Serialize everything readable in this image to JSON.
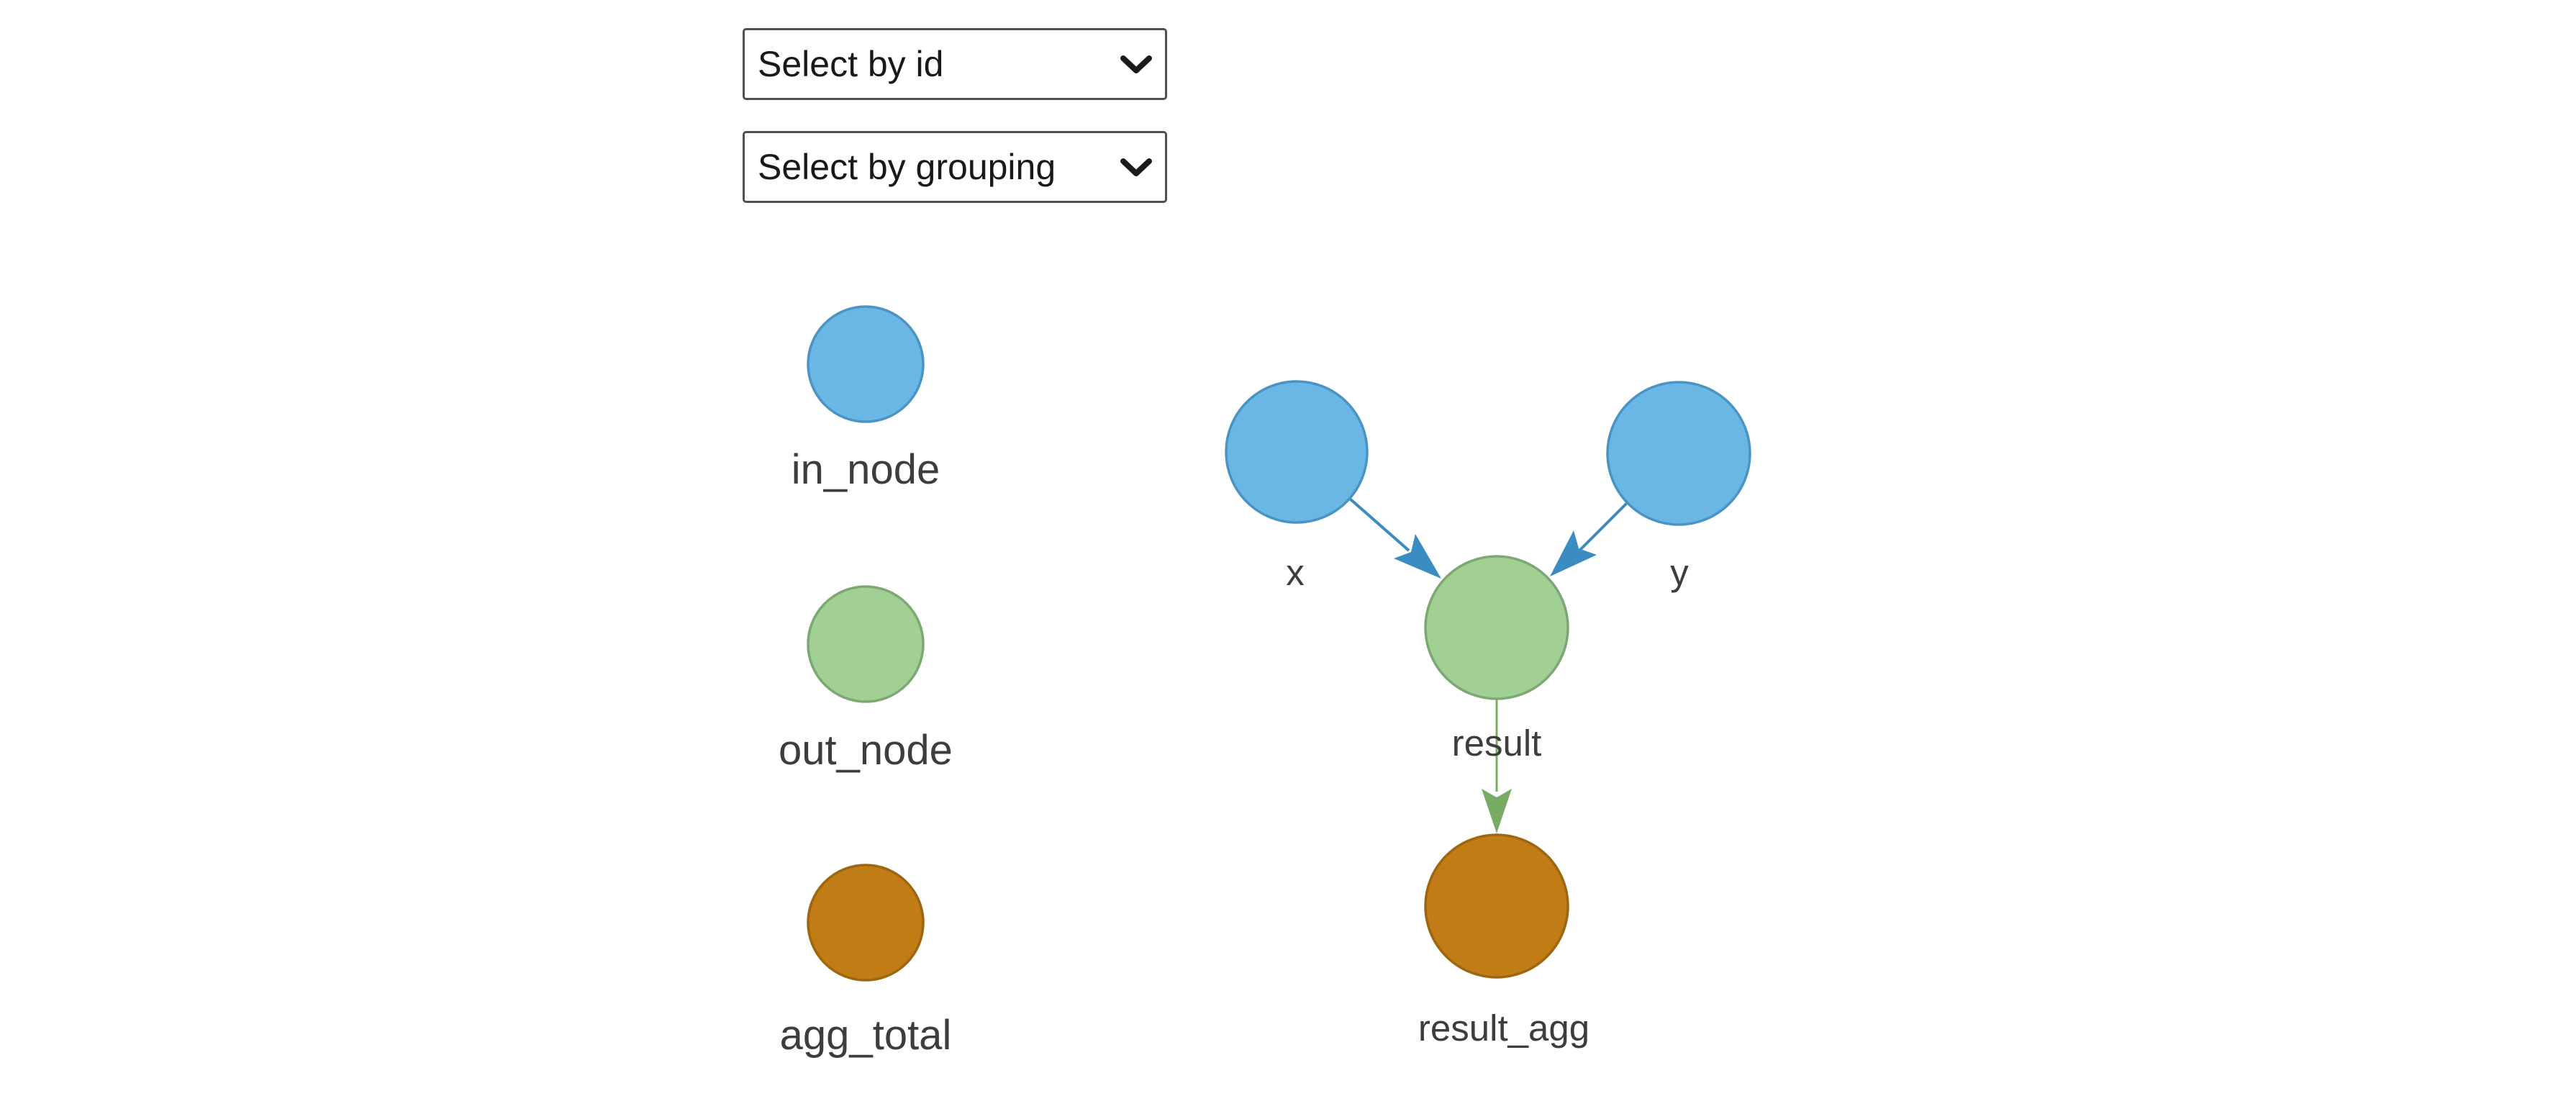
{
  "page": {
    "background": "#ffffff"
  },
  "controls": {
    "select_by_id": {
      "value": "Select by id"
    },
    "select_by_grouping": {
      "value": "Select by grouping"
    }
  },
  "legend": {
    "items": [
      {
        "id": "in_node",
        "label": "in_node",
        "color": "#6ab7e6"
      },
      {
        "id": "out_node",
        "label": "out_node",
        "color": "#a2cf94"
      },
      {
        "id": "agg_total",
        "label": "agg_total",
        "color": "#c17c16"
      }
    ]
  },
  "graph": {
    "nodes": [
      {
        "id": "x",
        "label": "x",
        "type": "in_node",
        "color": "#6ab7e6"
      },
      {
        "id": "y",
        "label": "y",
        "type": "in_node",
        "color": "#6ab7e6"
      },
      {
        "id": "result",
        "label": "result",
        "type": "out_node",
        "color": "#a2cf94"
      },
      {
        "id": "result_agg",
        "label": "result_agg",
        "type": "agg_total",
        "color": "#c17c16"
      }
    ],
    "edges": [
      {
        "from": "x",
        "to": "result",
        "color": "#3a8cc3"
      },
      {
        "from": "y",
        "to": "result",
        "color": "#3a8cc3"
      },
      {
        "from": "result",
        "to": "result_agg",
        "color": "#79ab65"
      }
    ]
  }
}
